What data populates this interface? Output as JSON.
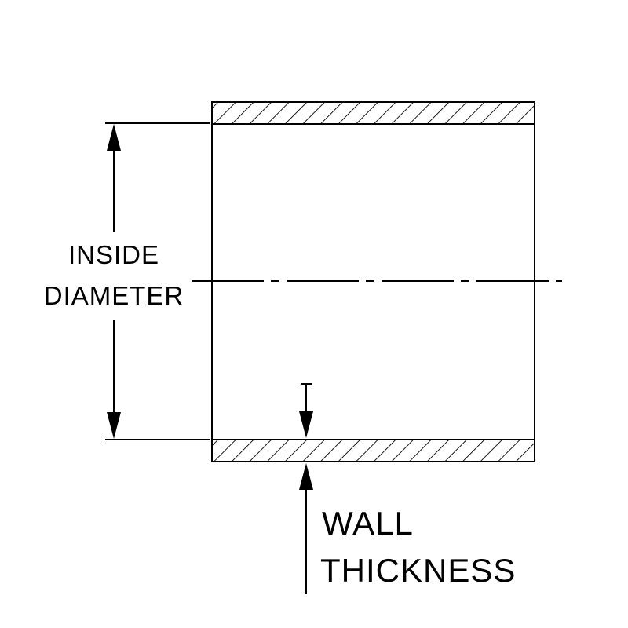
{
  "diagram": {
    "type": "technical-drawing",
    "subject": "tube cross section",
    "labels": {
      "inside_diameter_line1": "INSIDE",
      "inside_diameter_line2": "DIAMETER",
      "wall_thickness_line1": "WALL",
      "wall_thickness_line2": "THICKNESS"
    },
    "colors": {
      "line": "#000000",
      "background": "#ffffff"
    }
  }
}
